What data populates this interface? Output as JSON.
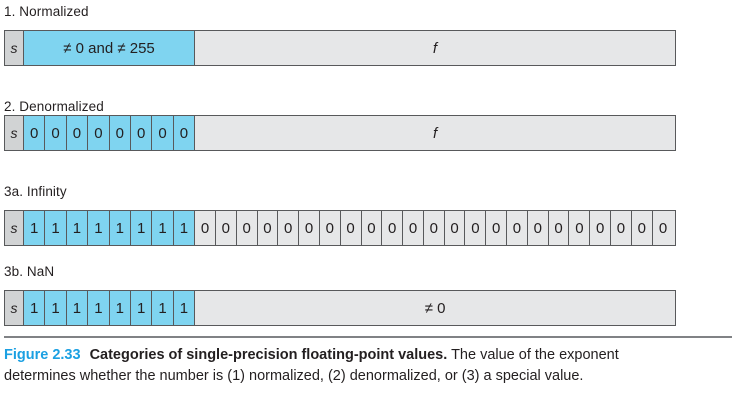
{
  "figure": {
    "number": "Figure 2.33",
    "title": "Categories of single-precision floating-point values.",
    "body": "The value of the exponent determines whether the number is (1) normalized, (2) denormalized, or (3) a special value.",
    "accent_color": "#1ba0e2",
    "exponent_fill_color": "#7fd4f0",
    "fraction_fill_color": "#e6e7e8",
    "sign_fill_color": "#d1d3d4",
    "border_color": "#58595b"
  },
  "rows": [
    {
      "label": "1. Normalized",
      "sign": "s",
      "exponent_text": "≠ 0 and ≠ 255",
      "exponent_bits": [],
      "fraction_text": "f",
      "fraction_bits": [],
      "fraction_italic": true
    },
    {
      "label": "2. Denormalized",
      "sign": "s",
      "exponent_text": "",
      "exponent_bits": [
        "0",
        "0",
        "0",
        "0",
        "0",
        "0",
        "0",
        "0"
      ],
      "fraction_text": "f",
      "fraction_bits": [],
      "fraction_italic": true
    },
    {
      "label": "3a. Infinity",
      "sign": "s",
      "exponent_text": "",
      "exponent_bits": [
        "1",
        "1",
        "1",
        "1",
        "1",
        "1",
        "1",
        "1"
      ],
      "fraction_text": "",
      "fraction_bits": [
        "0",
        "0",
        "0",
        "0",
        "0",
        "0",
        "0",
        "0",
        "0",
        "0",
        "0",
        "0",
        "0",
        "0",
        "0",
        "0",
        "0",
        "0",
        "0",
        "0",
        "0",
        "0",
        "0"
      ],
      "fraction_italic": false
    },
    {
      "label": "3b. NaN",
      "sign": "s",
      "exponent_text": "",
      "exponent_bits": [
        "1",
        "1",
        "1",
        "1",
        "1",
        "1",
        "1",
        "1"
      ],
      "fraction_text": "≠ 0",
      "fraction_bits": [],
      "fraction_italic": false
    }
  ]
}
